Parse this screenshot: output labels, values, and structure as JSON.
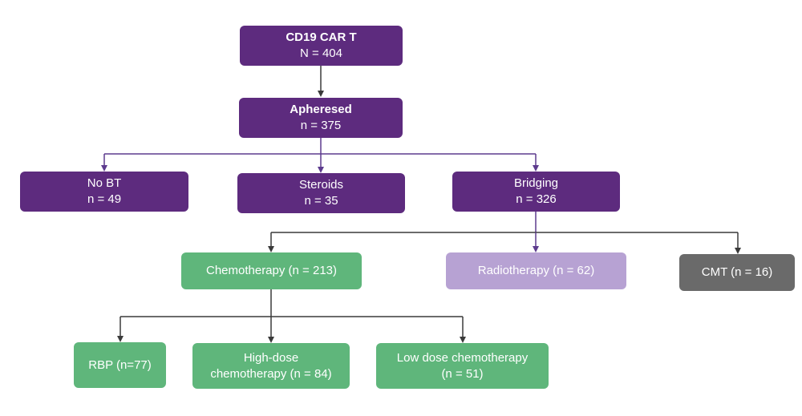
{
  "colors": {
    "purple": "#5d2b7e",
    "green": "#5fb67b",
    "lavender": "#b7a2d3",
    "gray": "#6a6a6a",
    "purple_line": "#5d3b8e",
    "dark_line": "#3a3a3a"
  },
  "nodes": {
    "car_t": {
      "title": "CD19  CAR T",
      "count": "N = 404"
    },
    "apheresed": {
      "title": "Apheresed",
      "count": "n = 375"
    },
    "no_bt": {
      "title": "No BT",
      "count": "n = 49"
    },
    "steroids": {
      "title": "Steroids",
      "count": "n = 35"
    },
    "bridging": {
      "title": "Bridging",
      "count": "n = 326"
    },
    "chemotherapy": {
      "label": "Chemotherapy (n = 213)"
    },
    "radiotherapy": {
      "label": "Radiotherapy (n = 62)"
    },
    "cmt": {
      "label": "CMT (n = 16)"
    },
    "rbp": {
      "label": "RBP (n=77)"
    },
    "high_dose": {
      "line1": "High-dose",
      "line2": "chemotherapy (n = 84)"
    },
    "low_dose": {
      "line1": "Low dose chemotherapy",
      "line2": "(n = 51)"
    }
  }
}
